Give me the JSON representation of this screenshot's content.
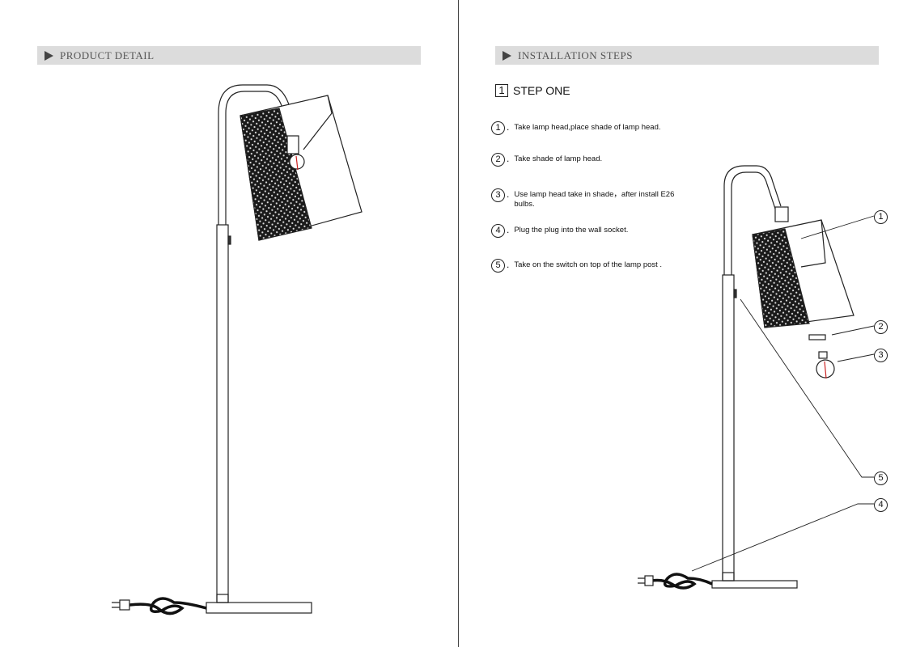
{
  "left_page": {
    "section_title": "PRODUCT DETAIL"
  },
  "right_page": {
    "section_title": "INSTALLATION STEPS",
    "step_number": "1",
    "step_title": "STEP ONE",
    "steps": [
      {
        "num": "1",
        "text": "Take lamp head,place shade of lamp head."
      },
      {
        "num": "2",
        "text": "Take shade of lamp head."
      },
      {
        "num": "3",
        "text": "Use lamp head take in shade，after install E26 bulbs."
      },
      {
        "num": "4",
        "text": "Plug the plug into the wall socket."
      },
      {
        "num": "5",
        "text": "Take on the switch on top of  the lamp post ."
      }
    ],
    "callouts": [
      "1",
      "2",
      "3",
      "5",
      "4"
    ]
  }
}
